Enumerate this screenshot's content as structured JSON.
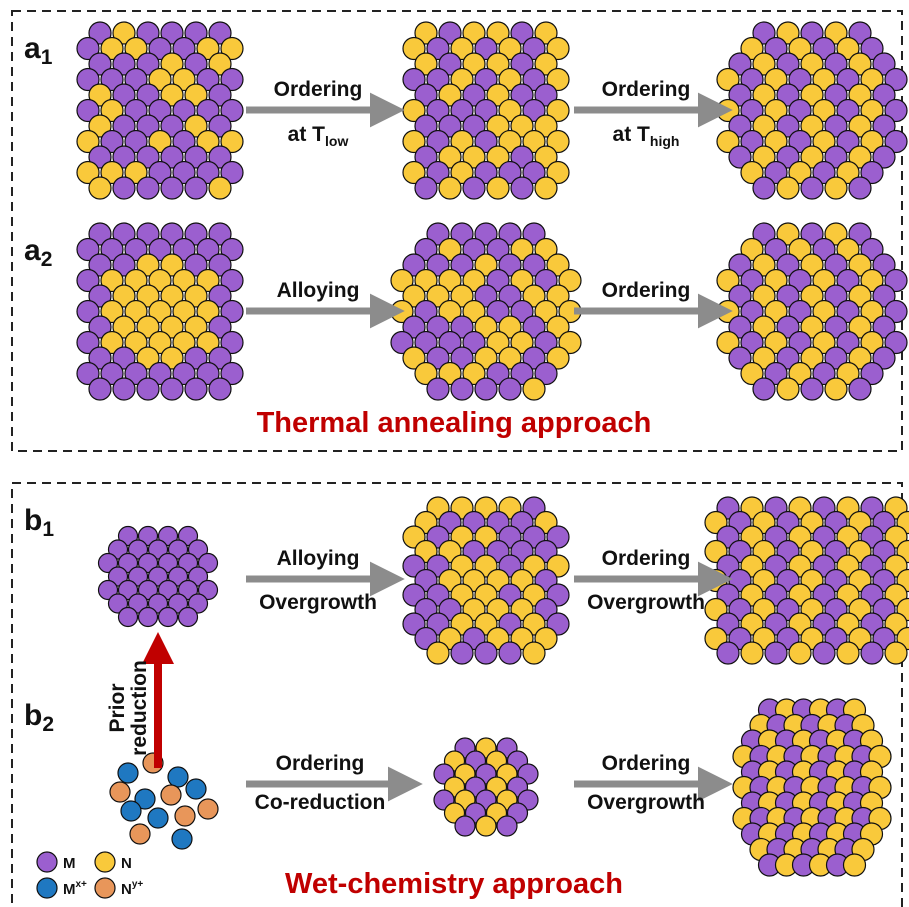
{
  "colors": {
    "M": "#9b5fcf",
    "N": "#f9c93b",
    "M_ion": "#1f78c1",
    "N_ion": "#e8965a",
    "arrow": "#8c8c8c",
    "red_arrow": "#c00000",
    "approach_text": "#c00000"
  },
  "panels": {
    "a1": {
      "letter": "a",
      "sub": "1"
    },
    "a2": {
      "letter": "a",
      "sub": "2"
    },
    "b1": {
      "letter": "b",
      "sub": "1"
    },
    "b2": {
      "letter": "b",
      "sub": "2"
    }
  },
  "steps": {
    "a1_step1": {
      "line1": "Ordering",
      "line2_main": "at T",
      "line2_sub": "low"
    },
    "a1_step2": {
      "line1": "Ordering",
      "line2_main": "at T",
      "line2_sub": "high"
    },
    "a2_step1": {
      "line1": "Alloying"
    },
    "a2_step2": {
      "line1": "Ordering"
    },
    "b1_step1": {
      "line1": "Alloying",
      "line2": "Overgrowth"
    },
    "b1_step2": {
      "line1": "Ordering",
      "line2": "Overgrowth"
    },
    "b2_step1": {
      "line1": "Ordering",
      "line2": "Co-reduction"
    },
    "b2_step2": {
      "line1": "Ordering",
      "line2": "Overgrowth"
    }
  },
  "prior_reduction": {
    "line1": "Prior",
    "line2": "reduction"
  },
  "approaches": {
    "thermal": "Thermal annealing approach",
    "wet": "Wet-chemistry approach"
  },
  "legend": {
    "M": "M",
    "N": "N",
    "M_ion_main": "M",
    "M_ion_sup": "x+",
    "N_ion_main": "N",
    "N_ion_sup": "y+"
  }
}
